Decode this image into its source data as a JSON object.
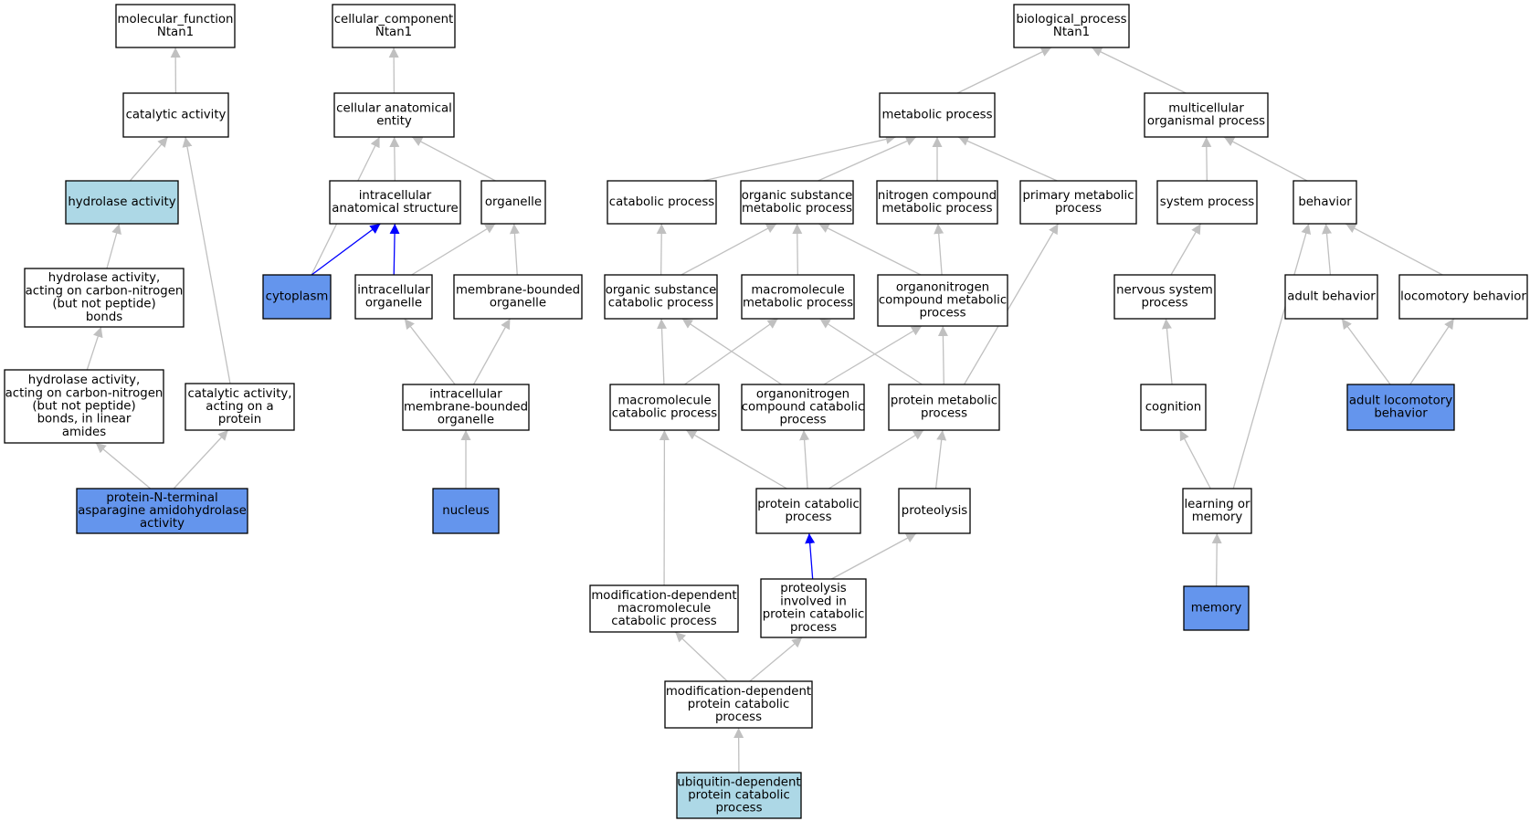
{
  "colors": {
    "edge_default": "#c0c0c0",
    "edge_highlight": "#0000ff",
    "node_default": "#ffffff",
    "node_light": "#add8e6",
    "node_blue": "#6495ed"
  },
  "nodes": {
    "mf": {
      "lines": [
        "molecular_function",
        "Ntan1"
      ],
      "fill": "node_default"
    },
    "cat": {
      "lines": [
        "catalytic activity"
      ],
      "fill": "node_default"
    },
    "hydro": {
      "lines": [
        "hydrolase activity"
      ],
      "fill": "node_light"
    },
    "hcn": {
      "lines": [
        "hydrolase activity,",
        "acting on carbon-nitrogen",
        "(but not peptide)",
        "bonds"
      ],
      "fill": "node_default"
    },
    "hcnl": {
      "lines": [
        "hydrolase activity,",
        "acting on carbon-nitrogen",
        "(but not peptide)",
        "bonds, in linear",
        "amides"
      ],
      "fill": "node_default"
    },
    "catprot": {
      "lines": [
        "catalytic activity,",
        "acting on a",
        "protein"
      ],
      "fill": "node_default"
    },
    "pnt": {
      "lines": [
        "protein-N-terminal",
        "asparagine amidohydrolase",
        "activity"
      ],
      "fill": "node_blue"
    },
    "cc": {
      "lines": [
        "cellular_component",
        "Ntan1"
      ],
      "fill": "node_default"
    },
    "cae": {
      "lines": [
        "cellular anatomical",
        "entity"
      ],
      "fill": "node_default"
    },
    "ias": {
      "lines": [
        "intracellular",
        "anatomical structure"
      ],
      "fill": "node_default"
    },
    "org": {
      "lines": [
        "organelle"
      ],
      "fill": "node_default"
    },
    "cyto": {
      "lines": [
        "cytoplasm"
      ],
      "fill": "node_blue"
    },
    "io": {
      "lines": [
        "intracellular",
        "organelle"
      ],
      "fill": "node_default"
    },
    "mbo": {
      "lines": [
        "membrane-bounded",
        "organelle"
      ],
      "fill": "node_default"
    },
    "imbo": {
      "lines": [
        "intracellular",
        "membrane-bounded",
        "organelle"
      ],
      "fill": "node_default"
    },
    "nuc": {
      "lines": [
        "nucleus"
      ],
      "fill": "node_blue"
    },
    "bp": {
      "lines": [
        "biological_process",
        "Ntan1"
      ],
      "fill": "node_default"
    },
    "mp": {
      "lines": [
        "metabolic process"
      ],
      "fill": "node_default"
    },
    "mop": {
      "lines": [
        "multicellular",
        "organismal process"
      ],
      "fill": "node_default"
    },
    "catp": {
      "lines": [
        "catabolic process"
      ],
      "fill": "node_default"
    },
    "osmp": {
      "lines": [
        "organic substance",
        "metabolic process"
      ],
      "fill": "node_default"
    },
    "ncmp": {
      "lines": [
        "nitrogen compound",
        "metabolic process"
      ],
      "fill": "node_default"
    },
    "pmp": {
      "lines": [
        "primary metabolic",
        "process"
      ],
      "fill": "node_default"
    },
    "sp": {
      "lines": [
        "system process"
      ],
      "fill": "node_default"
    },
    "beh": {
      "lines": [
        "behavior"
      ],
      "fill": "node_default"
    },
    "oscp": {
      "lines": [
        "organic substance",
        "catabolic process"
      ],
      "fill": "node_default"
    },
    "mmp": {
      "lines": [
        "macromolecule",
        "metabolic process"
      ],
      "fill": "node_default"
    },
    "ocmp": {
      "lines": [
        "organonitrogen",
        "compound metabolic",
        "process"
      ],
      "fill": "node_default"
    },
    "nsp": {
      "lines": [
        "nervous system",
        "process"
      ],
      "fill": "node_default"
    },
    "ab": {
      "lines": [
        "adult behavior"
      ],
      "fill": "node_default"
    },
    "lb": {
      "lines": [
        "locomotory behavior"
      ],
      "fill": "node_default"
    },
    "mcp": {
      "lines": [
        "macromolecule",
        "catabolic process"
      ],
      "fill": "node_default"
    },
    "occp": {
      "lines": [
        "organonitrogen",
        "compound catabolic",
        "process"
      ],
      "fill": "node_default"
    },
    "protmp": {
      "lines": [
        "protein metabolic",
        "process"
      ],
      "fill": "node_default"
    },
    "cog": {
      "lines": [
        "cognition"
      ],
      "fill": "node_default"
    },
    "alb": {
      "lines": [
        "adult locomotory",
        "behavior"
      ],
      "fill": "node_blue"
    },
    "pcp": {
      "lines": [
        "protein catabolic",
        "process"
      ],
      "fill": "node_default"
    },
    "prot": {
      "lines": [
        "proteolysis"
      ],
      "fill": "node_default"
    },
    "lom": {
      "lines": [
        "learning or",
        "memory"
      ],
      "fill": "node_default"
    },
    "mdmcp": {
      "lines": [
        "modification-dependent",
        "macromolecule",
        "catabolic process"
      ],
      "fill": "node_default"
    },
    "pipcp": {
      "lines": [
        "proteolysis",
        "involved in",
        "protein catabolic",
        "process"
      ],
      "fill": "node_default"
    },
    "mem": {
      "lines": [
        "memory"
      ],
      "fill": "node_blue"
    },
    "mdpcp": {
      "lines": [
        "modification-dependent",
        "protein catabolic",
        "process"
      ],
      "fill": "node_default"
    },
    "udpcp": {
      "lines": [
        "ubiquitin-dependent",
        "protein catabolic",
        "process"
      ],
      "fill": "node_light"
    }
  },
  "edges": [
    {
      "from": "cat",
      "to": "mf",
      "color": "edge_default"
    },
    {
      "from": "hydro",
      "to": "cat",
      "color": "edge_default"
    },
    {
      "from": "hcn",
      "to": "hydro",
      "color": "edge_default"
    },
    {
      "from": "hcnl",
      "to": "hcn",
      "color": "edge_default"
    },
    {
      "from": "catprot",
      "to": "cat",
      "color": "edge_default"
    },
    {
      "from": "pnt",
      "to": "hcnl",
      "color": "edge_default"
    },
    {
      "from": "pnt",
      "to": "catprot",
      "color": "edge_default"
    },
    {
      "from": "cae",
      "to": "cc",
      "color": "edge_default"
    },
    {
      "from": "ias",
      "to": "cae",
      "color": "edge_default"
    },
    {
      "from": "org",
      "to": "cae",
      "color": "edge_default"
    },
    {
      "from": "cyto",
      "to": "cae",
      "color": "edge_default"
    },
    {
      "from": "cyto",
      "to": "ias",
      "color": "edge_highlight"
    },
    {
      "from": "io",
      "to": "ias",
      "color": "edge_highlight"
    },
    {
      "from": "io",
      "to": "org",
      "color": "edge_default"
    },
    {
      "from": "mbo",
      "to": "org",
      "color": "edge_default"
    },
    {
      "from": "imbo",
      "to": "io",
      "color": "edge_default"
    },
    {
      "from": "imbo",
      "to": "mbo",
      "color": "edge_default"
    },
    {
      "from": "nuc",
      "to": "imbo",
      "color": "edge_default"
    },
    {
      "from": "mp",
      "to": "bp",
      "color": "edge_default"
    },
    {
      "from": "mop",
      "to": "bp",
      "color": "edge_default"
    },
    {
      "from": "catp",
      "to": "mp",
      "color": "edge_default"
    },
    {
      "from": "osmp",
      "to": "mp",
      "color": "edge_default"
    },
    {
      "from": "ncmp",
      "to": "mp",
      "color": "edge_default"
    },
    {
      "from": "pmp",
      "to": "mp",
      "color": "edge_default"
    },
    {
      "from": "sp",
      "to": "mop",
      "color": "edge_default"
    },
    {
      "from": "beh",
      "to": "mop",
      "color": "edge_default"
    },
    {
      "from": "oscp",
      "to": "catp",
      "color": "edge_default"
    },
    {
      "from": "oscp",
      "to": "osmp",
      "color": "edge_default"
    },
    {
      "from": "mmp",
      "to": "osmp",
      "color": "edge_default"
    },
    {
      "from": "ocmp",
      "to": "osmp",
      "color": "edge_default"
    },
    {
      "from": "ocmp",
      "to": "ncmp",
      "color": "edge_default"
    },
    {
      "from": "nsp",
      "to": "sp",
      "color": "edge_default"
    },
    {
      "from": "ab",
      "to": "beh",
      "color": "edge_default"
    },
    {
      "from": "lb",
      "to": "beh",
      "color": "edge_default"
    },
    {
      "from": "mcp",
      "to": "oscp",
      "color": "edge_default"
    },
    {
      "from": "mcp",
      "to": "mmp",
      "color": "edge_default"
    },
    {
      "from": "occp",
      "to": "oscp",
      "color": "edge_default"
    },
    {
      "from": "occp",
      "to": "ocmp",
      "color": "edge_default"
    },
    {
      "from": "protmp",
      "to": "mmp",
      "color": "edge_default"
    },
    {
      "from": "protmp",
      "to": "ocmp",
      "color": "edge_default"
    },
    {
      "from": "protmp",
      "to": "pmp",
      "color": "edge_default"
    },
    {
      "from": "cog",
      "to": "nsp",
      "color": "edge_default"
    },
    {
      "from": "alb",
      "to": "ab",
      "color": "edge_default"
    },
    {
      "from": "alb",
      "to": "lb",
      "color": "edge_default"
    },
    {
      "from": "pcp",
      "to": "mcp",
      "color": "edge_default"
    },
    {
      "from": "pcp",
      "to": "occp",
      "color": "edge_default"
    },
    {
      "from": "pcp",
      "to": "protmp",
      "color": "edge_default"
    },
    {
      "from": "prot",
      "to": "protmp",
      "color": "edge_default"
    },
    {
      "from": "lom",
      "to": "cog",
      "color": "edge_default"
    },
    {
      "from": "lom",
      "to": "beh",
      "color": "edge_default"
    },
    {
      "from": "mdmcp",
      "to": "mcp",
      "color": "edge_default"
    },
    {
      "from": "pipcp",
      "to": "pcp",
      "color": "edge_highlight"
    },
    {
      "from": "pipcp",
      "to": "prot",
      "color": "edge_default"
    },
    {
      "from": "mem",
      "to": "lom",
      "color": "edge_default"
    },
    {
      "from": "mdpcp",
      "to": "mdmcp",
      "color": "edge_default"
    },
    {
      "from": "mdpcp",
      "to": "pipcp",
      "color": "edge_default"
    },
    {
      "from": "udpcp",
      "to": "mdpcp",
      "color": "edge_default"
    }
  ]
}
